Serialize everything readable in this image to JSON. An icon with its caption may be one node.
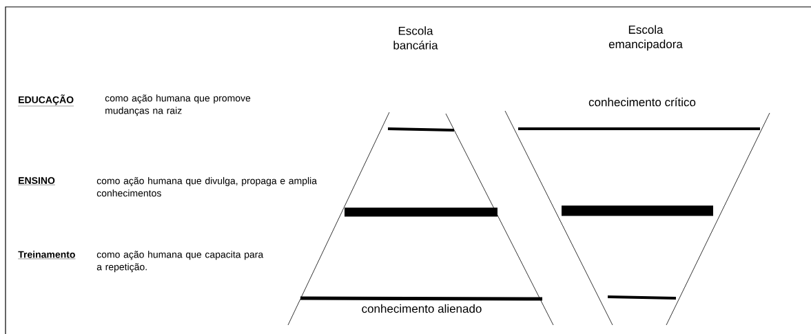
{
  "diagram": {
    "labels": [
      "Escola bancária",
      "Escola emancipadora",
      "conhecimento crítico",
      "EDUCAÇÃO",
      "como ação humana que promove mudanças na raiz",
      "ENSINO",
      "como ação humana que divulga, propaga e amplia conhecimentos",
      "Treinamento",
      "como ação humana que capacita para a repetição.",
      "conhecimento alienado"
    ]
  }
}
